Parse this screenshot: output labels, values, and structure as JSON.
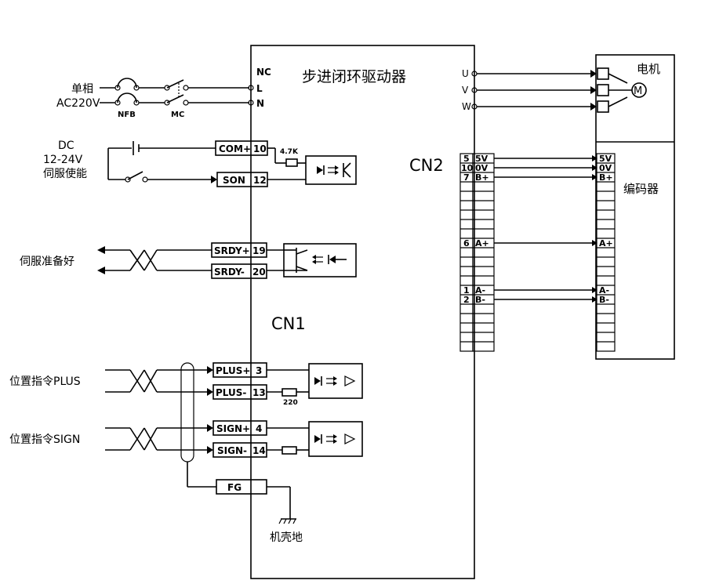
{
  "driver": {
    "title": "步进闭环驱动器",
    "cn1": "CN1",
    "cn2": "CN2"
  },
  "power": {
    "label_line1": "单相",
    "label_line2": "AC220V",
    "nfb": "NFB",
    "mc": "MC",
    "pins": [
      "NC",
      "L",
      "N"
    ]
  },
  "enable": {
    "label_line1": "DC",
    "label_line2": "12-24V",
    "label_line3": "伺服使能",
    "resistor": "4.7K",
    "com": {
      "name": "COM+",
      "num": "10"
    },
    "son": {
      "name": "SON",
      "num": "12"
    }
  },
  "ready": {
    "label": "伺服准备好",
    "p1": {
      "name": "SRDY+",
      "num": "19"
    },
    "p2": {
      "name": "SRDY-",
      "num": "20"
    }
  },
  "pulse": {
    "label": "位置指令PLUS",
    "p1": {
      "name": "PLUS+",
      "num": "3"
    },
    "p2": {
      "name": "PLUS-",
      "num": "13"
    },
    "resistor": "220"
  },
  "sign": {
    "label": "位置指令SIGN",
    "p1": {
      "name": "SIGN+",
      "num": "4"
    },
    "p2": {
      "name": "SIGN-",
      "num": "14"
    }
  },
  "fg": {
    "name": "FG",
    "ground": "机壳地"
  },
  "motor": {
    "label": "电机",
    "symbol": "M",
    "phases": [
      "U",
      "V",
      "W"
    ]
  },
  "encoder": {
    "label": "编码器",
    "pins": [
      {
        "num": "5",
        "name": "5V"
      },
      {
        "num": "10",
        "name": "0V"
      },
      {
        "num": "7",
        "name": "B+"
      },
      {
        "num": "6",
        "name": "A+"
      },
      {
        "num": "1",
        "name": "A-"
      },
      {
        "num": "2",
        "name": "B-"
      }
    ]
  }
}
